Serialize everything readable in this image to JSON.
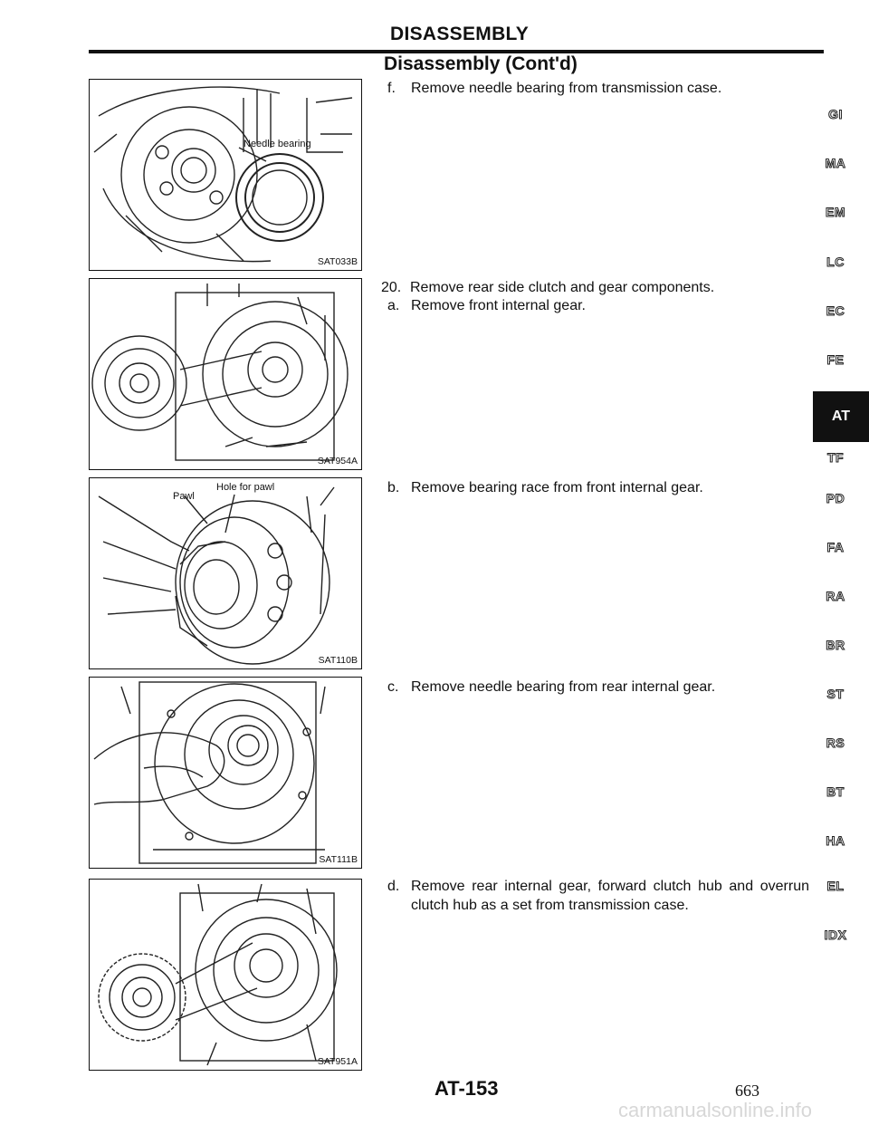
{
  "header": {
    "title": "DISASSEMBLY",
    "section": "Disassembly (Cont'd)"
  },
  "figures": [
    {
      "code": "SAT033B",
      "label": "Needle bearing"
    },
    {
      "code": "SAT954A"
    },
    {
      "code": "SAT110B",
      "labels": [
        "Pawl",
        "Hole for pawl"
      ]
    },
    {
      "code": "SAT111B"
    },
    {
      "code": "SAT951A"
    }
  ],
  "steps": [
    {
      "num": "f.",
      "text": "Remove needle bearing from transmission case."
    },
    {
      "num": "20.",
      "text": "Remove rear side clutch and gear components."
    },
    {
      "num": "a.",
      "text": "Remove front internal gear."
    },
    {
      "num": "b.",
      "text": "Remove bearing race from front internal gear."
    },
    {
      "num": "c.",
      "text": "Remove needle bearing from rear internal gear."
    },
    {
      "num": "d.",
      "text": "Remove rear internal gear, forward clutch hub and overrun clutch hub as a set from transmission case."
    }
  ],
  "side_index": [
    "GI",
    "MA",
    "EM",
    "LC",
    "EC",
    "FE",
    "AT",
    "TF",
    "PD",
    "FA",
    "RA",
    "BR",
    "ST",
    "RS",
    "BT",
    "HA",
    "EL",
    "IDX"
  ],
  "side_index_active": "AT",
  "footer": {
    "page_code": "AT-153",
    "page_number": "663",
    "watermark": "carmanualsonline.info"
  }
}
